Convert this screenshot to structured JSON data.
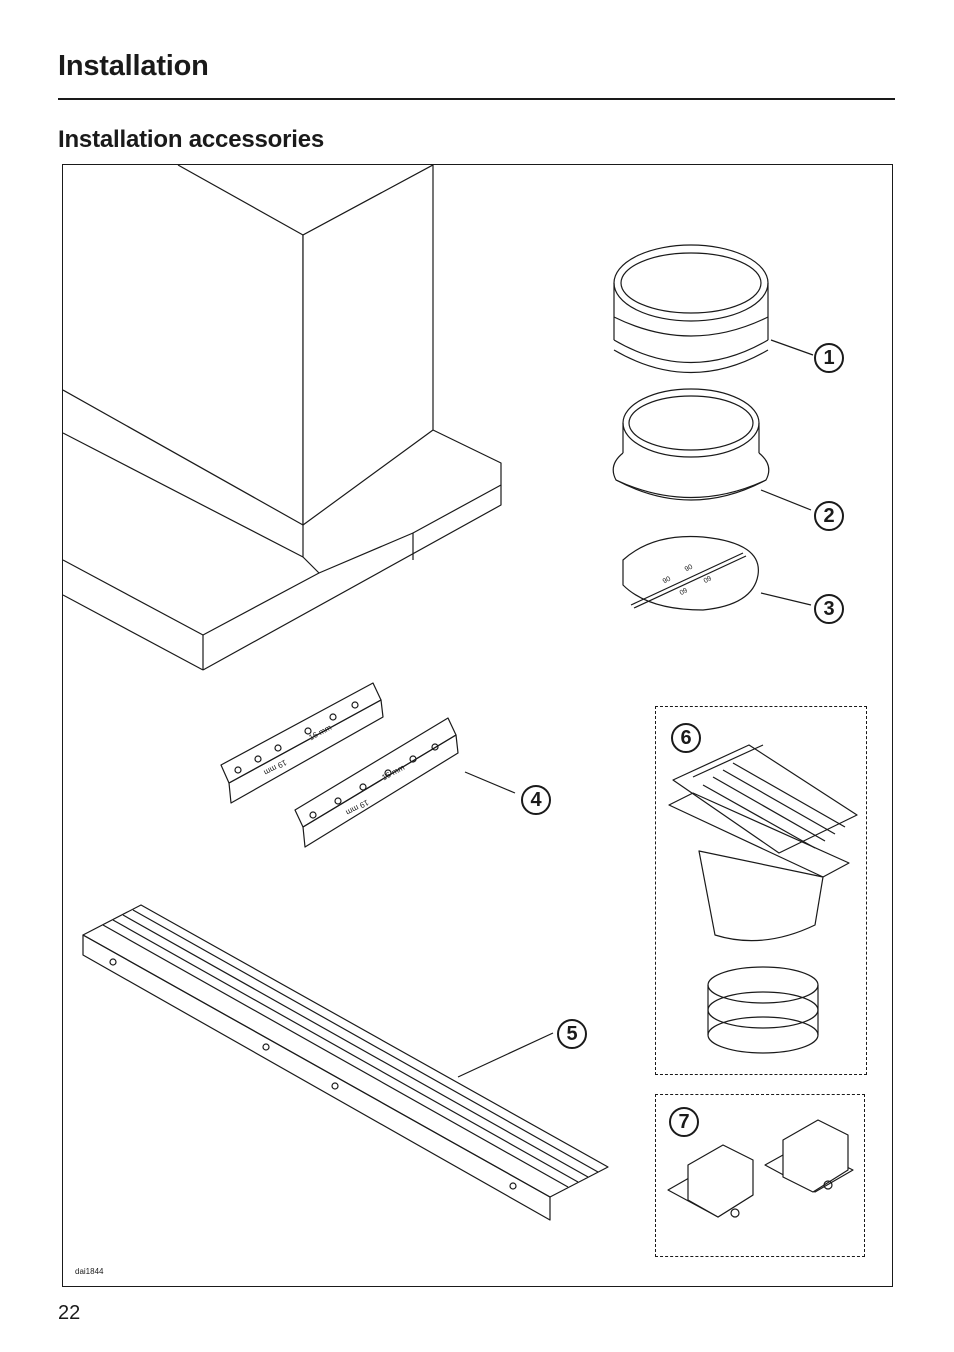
{
  "header": {
    "title": "Installation"
  },
  "section": {
    "title": "Installation accessories"
  },
  "figure": {
    "code": "dai1844",
    "callouts": [
      "1",
      "2",
      "3",
      "4",
      "5",
      "6",
      "7"
    ],
    "bracket_labels": {
      "a": "16 mm",
      "b": "19 mm"
    },
    "plate_labels": {
      "a": "90",
      "b": "90",
      "c": "60",
      "d": "60"
    }
  },
  "footer": {
    "page_number": "22"
  }
}
